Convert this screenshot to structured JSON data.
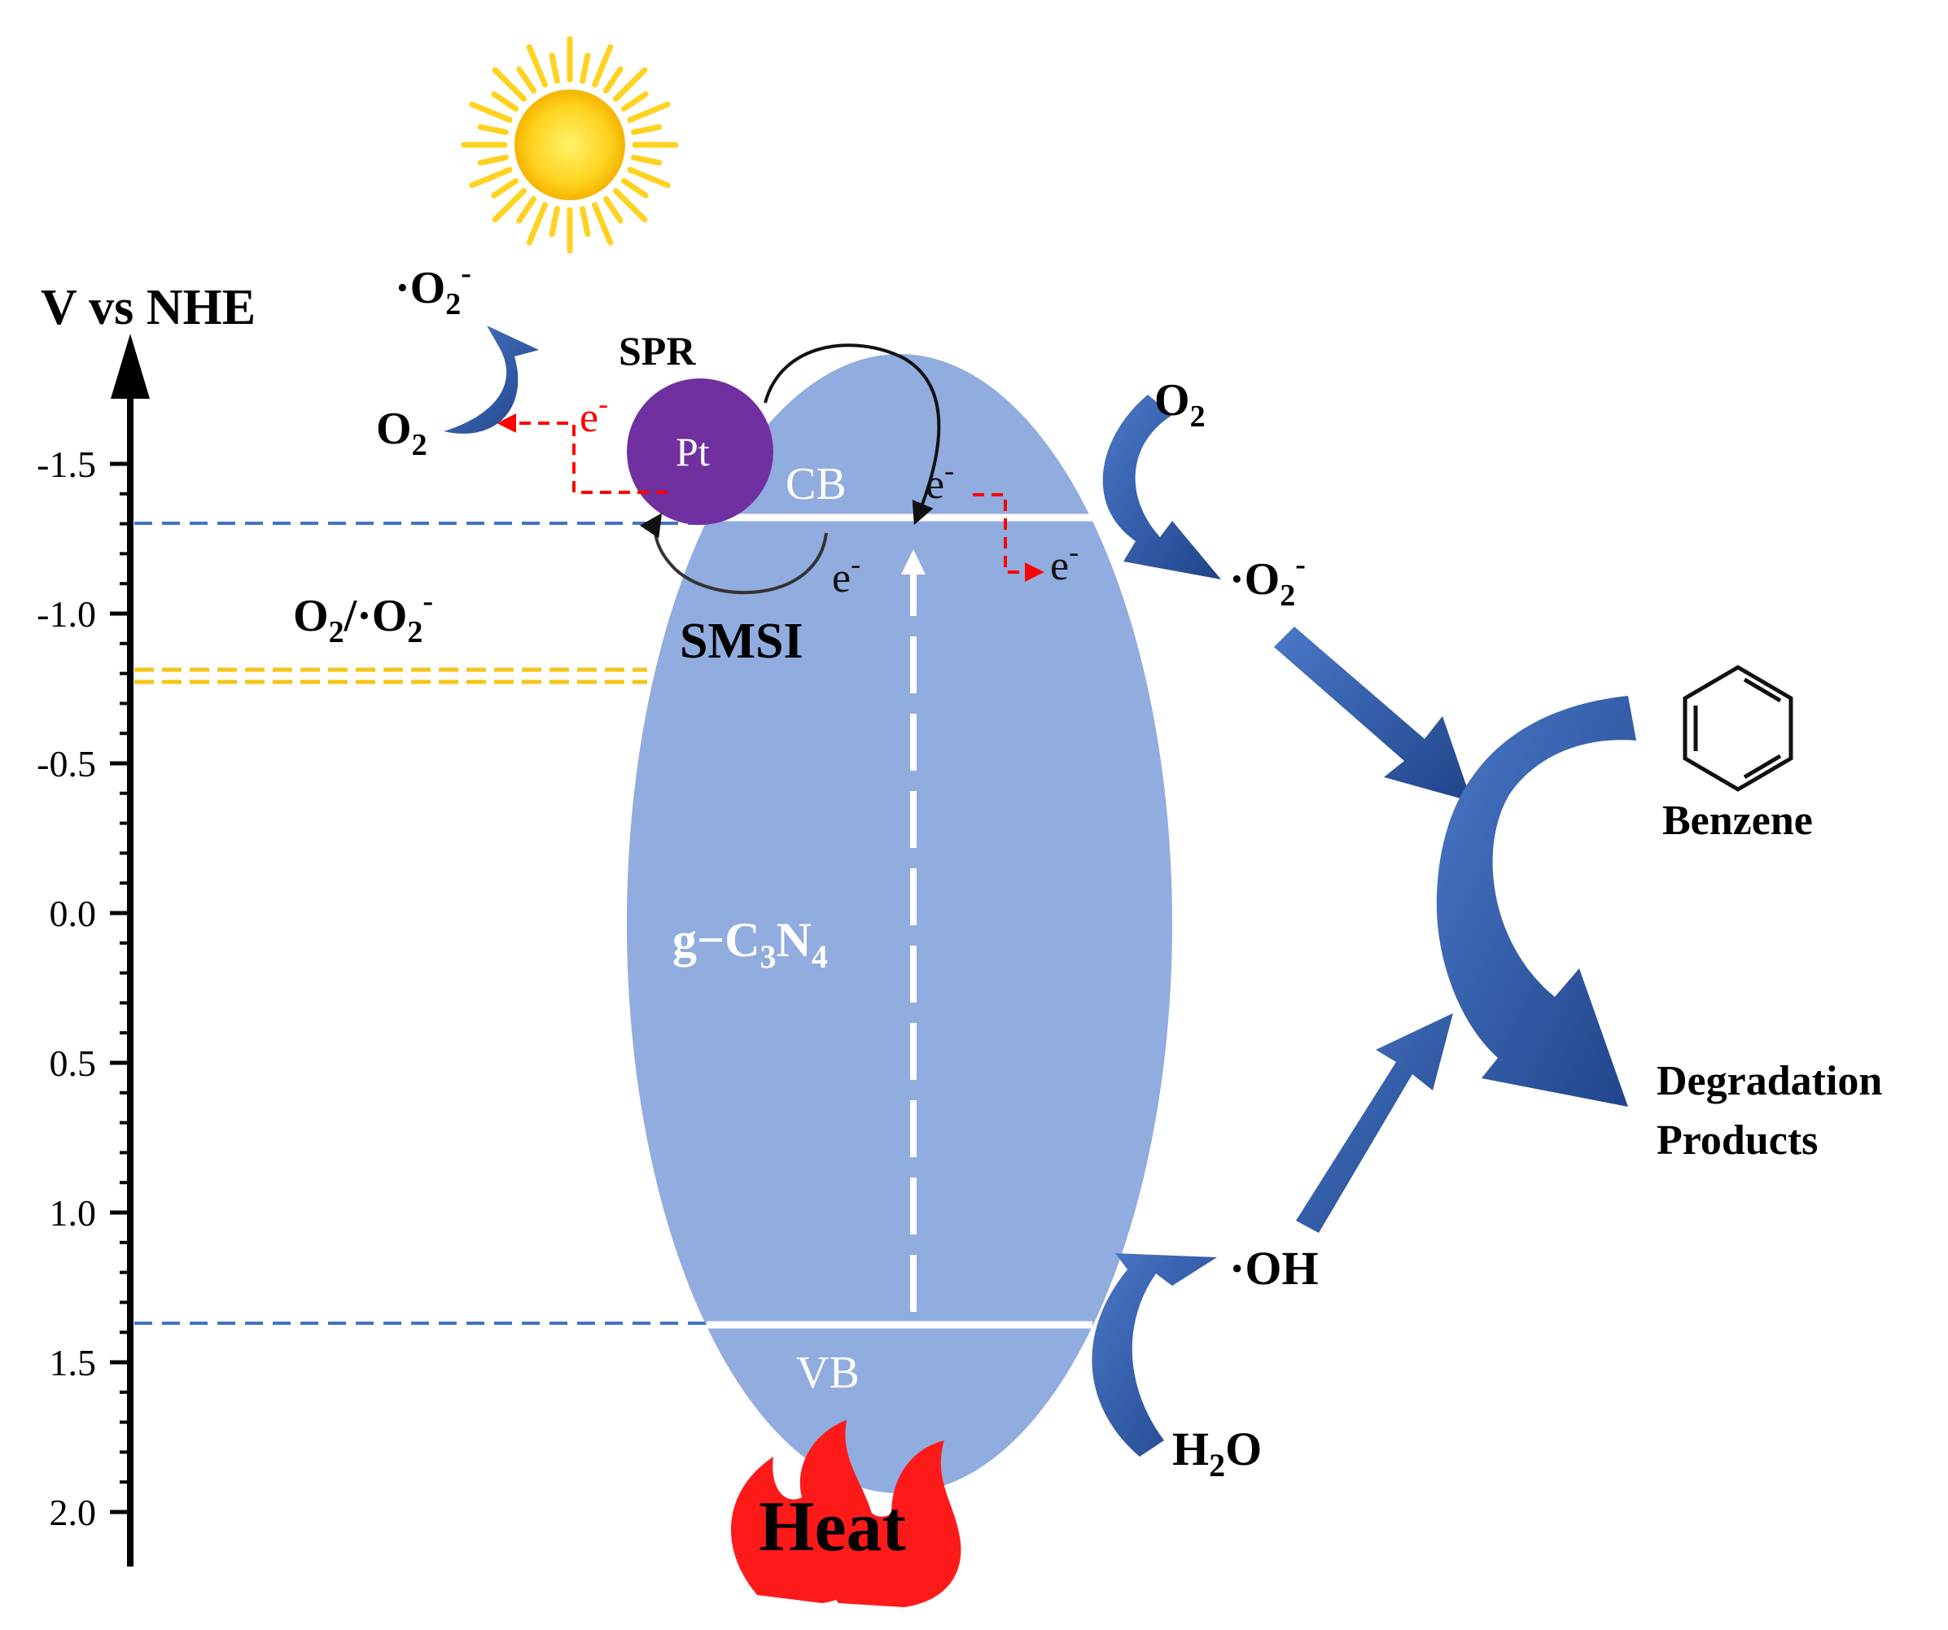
{
  "axis": {
    "title": "V vs NHE",
    "ticks": [
      "-1.5",
      "-1.0",
      "-0.5",
      "0.0",
      "0.5",
      "1.0",
      "1.5",
      "2.0"
    ]
  },
  "pt": {
    "label": "Pt",
    "spr": "SPR",
    "smsi": "SMSI"
  },
  "semiconductor": {
    "cb": "CB",
    "vb": "VB",
    "name_prefix": "g−C",
    "name_sub1": "3",
    "name_mid": "N",
    "name_sub2": "4"
  },
  "electrons": {
    "e": "e",
    "minus": "-"
  },
  "species": {
    "o2_main": "O",
    "o2_sub": "2",
    "superoxide_dot": "·O",
    "superoxide_sub": "2",
    "superoxide_sup": "-",
    "redox_pair_a": "O",
    "redox_pair_sub": "2",
    "redox_pair_slash": "/·O",
    "redox_pair_sub2": "2",
    "redox_pair_sup": "-",
    "hydroxyl": "·OH",
    "water_h": "H",
    "water_sub": "2",
    "water_o": "O"
  },
  "products": {
    "benzene": "Benzene",
    "degradation_line1": "Degradation",
    "degradation_line2": "Products"
  },
  "heat": "Heat",
  "colors": {
    "ellipse": "#91acdf",
    "arrow_blue": "#3561ae",
    "arrow_blue_dark": "#23468a",
    "pt_purple": "#7030a0",
    "red": "#ff0000",
    "yellow": "#f5c518",
    "dash_blue": "#4472c4",
    "sun": "#ffd21f"
  }
}
